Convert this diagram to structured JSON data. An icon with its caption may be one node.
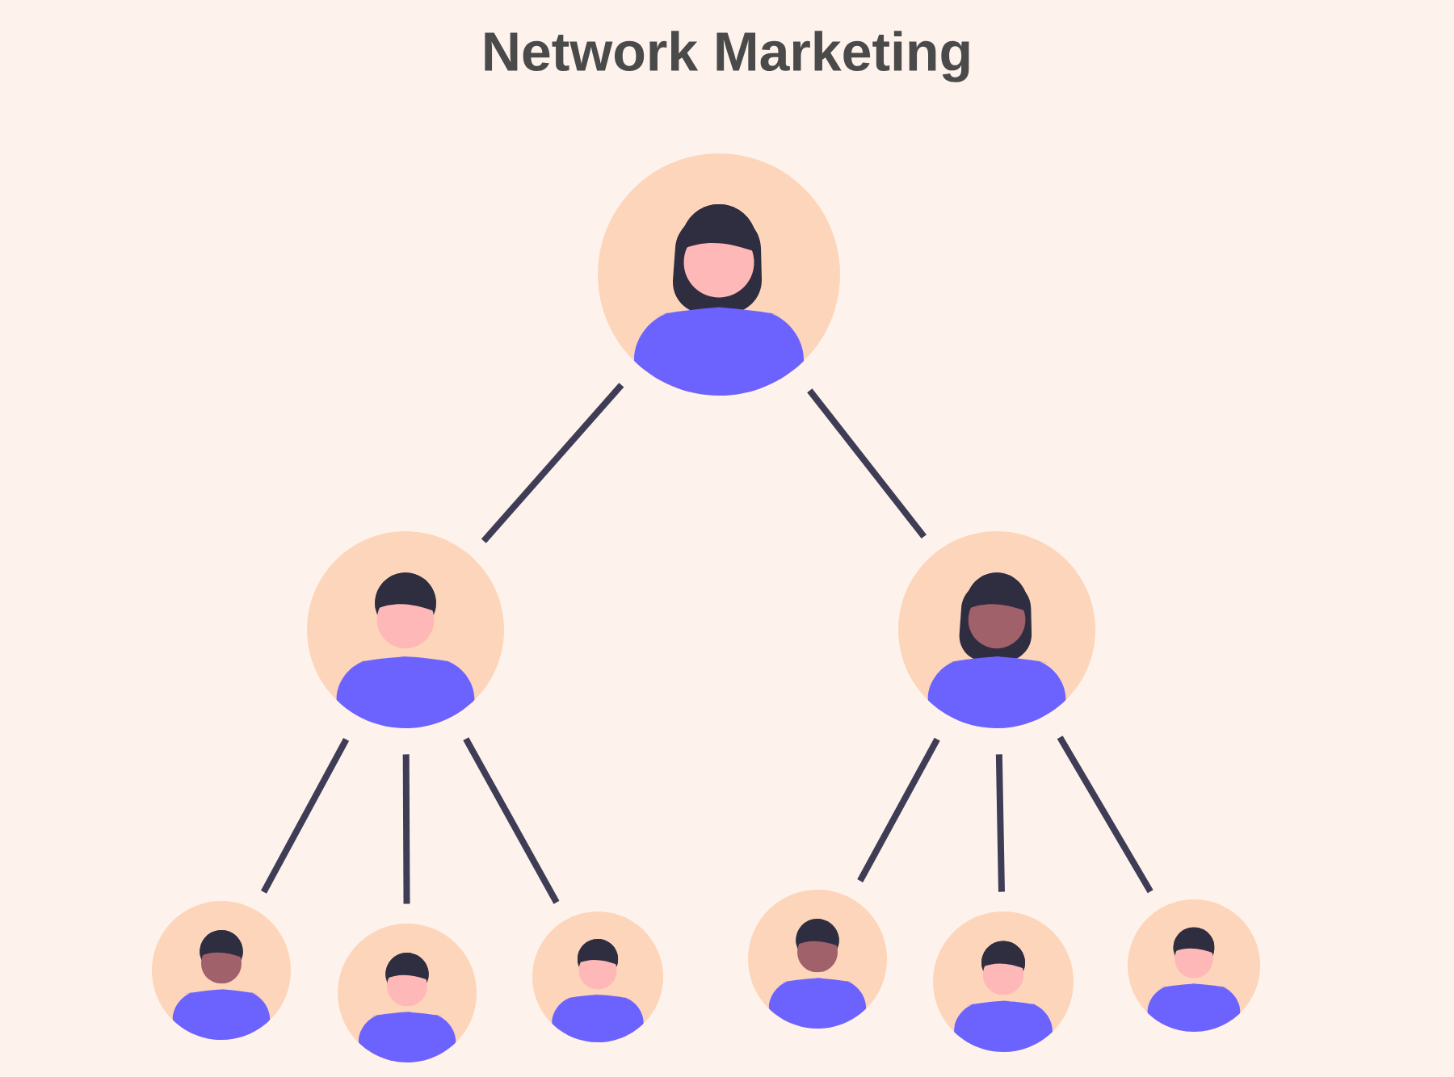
{
  "diagram": {
    "title": "Network Marketing",
    "nodes": [
      {
        "text": [],
        "shape": "person"
      },
      {
        "text": [],
        "shape": "person"
      },
      {
        "text": [],
        "shape": "person"
      },
      {
        "text": [],
        "shape": "person"
      },
      {
        "text": [],
        "shape": "person"
      },
      {
        "text": [],
        "shape": "person"
      },
      {
        "text": [],
        "shape": "person"
      },
      {
        "text": [],
        "shape": "person"
      },
      {
        "text": [],
        "shape": "person"
      }
    ],
    "edges": [
      {
        "from": 0,
        "to": 1,
        "arrow": "none"
      },
      {
        "from": 0,
        "to": 2,
        "arrow": "none"
      },
      {
        "from": 1,
        "to": 3,
        "arrow": "none"
      },
      {
        "from": 1,
        "to": 4,
        "arrow": "none"
      },
      {
        "from": 1,
        "to": 5,
        "arrow": "none"
      },
      {
        "from": 2,
        "to": 6,
        "arrow": "none"
      },
      {
        "from": 2,
        "to": 7,
        "arrow": "none"
      },
      {
        "from": 2,
        "to": 8,
        "arrow": "none"
      }
    ]
  }
}
